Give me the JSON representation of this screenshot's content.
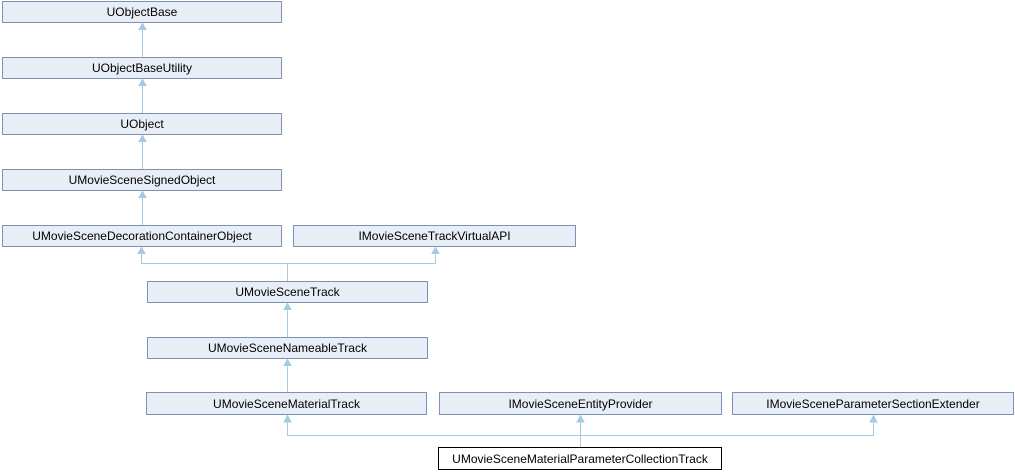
{
  "diagram": {
    "kind": "class-inheritance-graph",
    "colors": {
      "node_fill": "#e8edf6",
      "node_border": "#7c90b8",
      "edge": "#a5cbe2",
      "current_node_fill": "#ffffff",
      "current_node_border": "#000000",
      "text": "#000000",
      "background": "#ffffff"
    },
    "nodes": [
      {
        "id": "UObjectBase",
        "label": "UObjectBase",
        "current": false
      },
      {
        "id": "UObjectBaseUtility",
        "label": "UObjectBaseUtility",
        "current": false
      },
      {
        "id": "UObject",
        "label": "UObject",
        "current": false
      },
      {
        "id": "UMovieSceneSignedObject",
        "label": "UMovieSceneSignedObject",
        "current": false
      },
      {
        "id": "UMovieSceneDecorationContainerObject",
        "label": "UMovieSceneDecorationContainerObject",
        "current": false
      },
      {
        "id": "IMovieSceneTrackVirtualAPI",
        "label": "IMovieSceneTrackVirtualAPI",
        "current": false
      },
      {
        "id": "UMovieSceneTrack",
        "label": "UMovieSceneTrack",
        "current": false
      },
      {
        "id": "UMovieSceneNameableTrack",
        "label": "UMovieSceneNameableTrack",
        "current": false
      },
      {
        "id": "UMovieSceneMaterialTrack",
        "label": "UMovieSceneMaterialTrack",
        "current": false
      },
      {
        "id": "IMovieSceneEntityProvider",
        "label": "IMovieSceneEntityProvider",
        "current": false
      },
      {
        "id": "IMovieSceneParameterSectionExtender",
        "label": "IMovieSceneParameterSectionExtender",
        "current": false
      },
      {
        "id": "UMovieSceneMaterialParameterCollectionTrack",
        "label": "UMovieSceneMaterialParameterCollectionTrack",
        "current": true
      }
    ],
    "edges": [
      {
        "from": "UObjectBaseUtility",
        "to": "UObjectBase",
        "relation": "inherits"
      },
      {
        "from": "UObject",
        "to": "UObjectBaseUtility",
        "relation": "inherits"
      },
      {
        "from": "UMovieSceneSignedObject",
        "to": "UObject",
        "relation": "inherits"
      },
      {
        "from": "UMovieSceneDecorationContainerObject",
        "to": "UMovieSceneSignedObject",
        "relation": "inherits"
      },
      {
        "from": "UMovieSceneTrack",
        "to": "UMovieSceneDecorationContainerObject",
        "relation": "inherits"
      },
      {
        "from": "UMovieSceneTrack",
        "to": "IMovieSceneTrackVirtualAPI",
        "relation": "inherits"
      },
      {
        "from": "UMovieSceneNameableTrack",
        "to": "UMovieSceneTrack",
        "relation": "inherits"
      },
      {
        "from": "UMovieSceneMaterialTrack",
        "to": "UMovieSceneNameableTrack",
        "relation": "inherits"
      },
      {
        "from": "UMovieSceneMaterialParameterCollectionTrack",
        "to": "UMovieSceneMaterialTrack",
        "relation": "inherits"
      },
      {
        "from": "UMovieSceneMaterialParameterCollectionTrack",
        "to": "IMovieSceneEntityProvider",
        "relation": "inherits"
      },
      {
        "from": "UMovieSceneMaterialParameterCollectionTrack",
        "to": "IMovieSceneParameterSectionExtender",
        "relation": "inherits"
      }
    ]
  }
}
